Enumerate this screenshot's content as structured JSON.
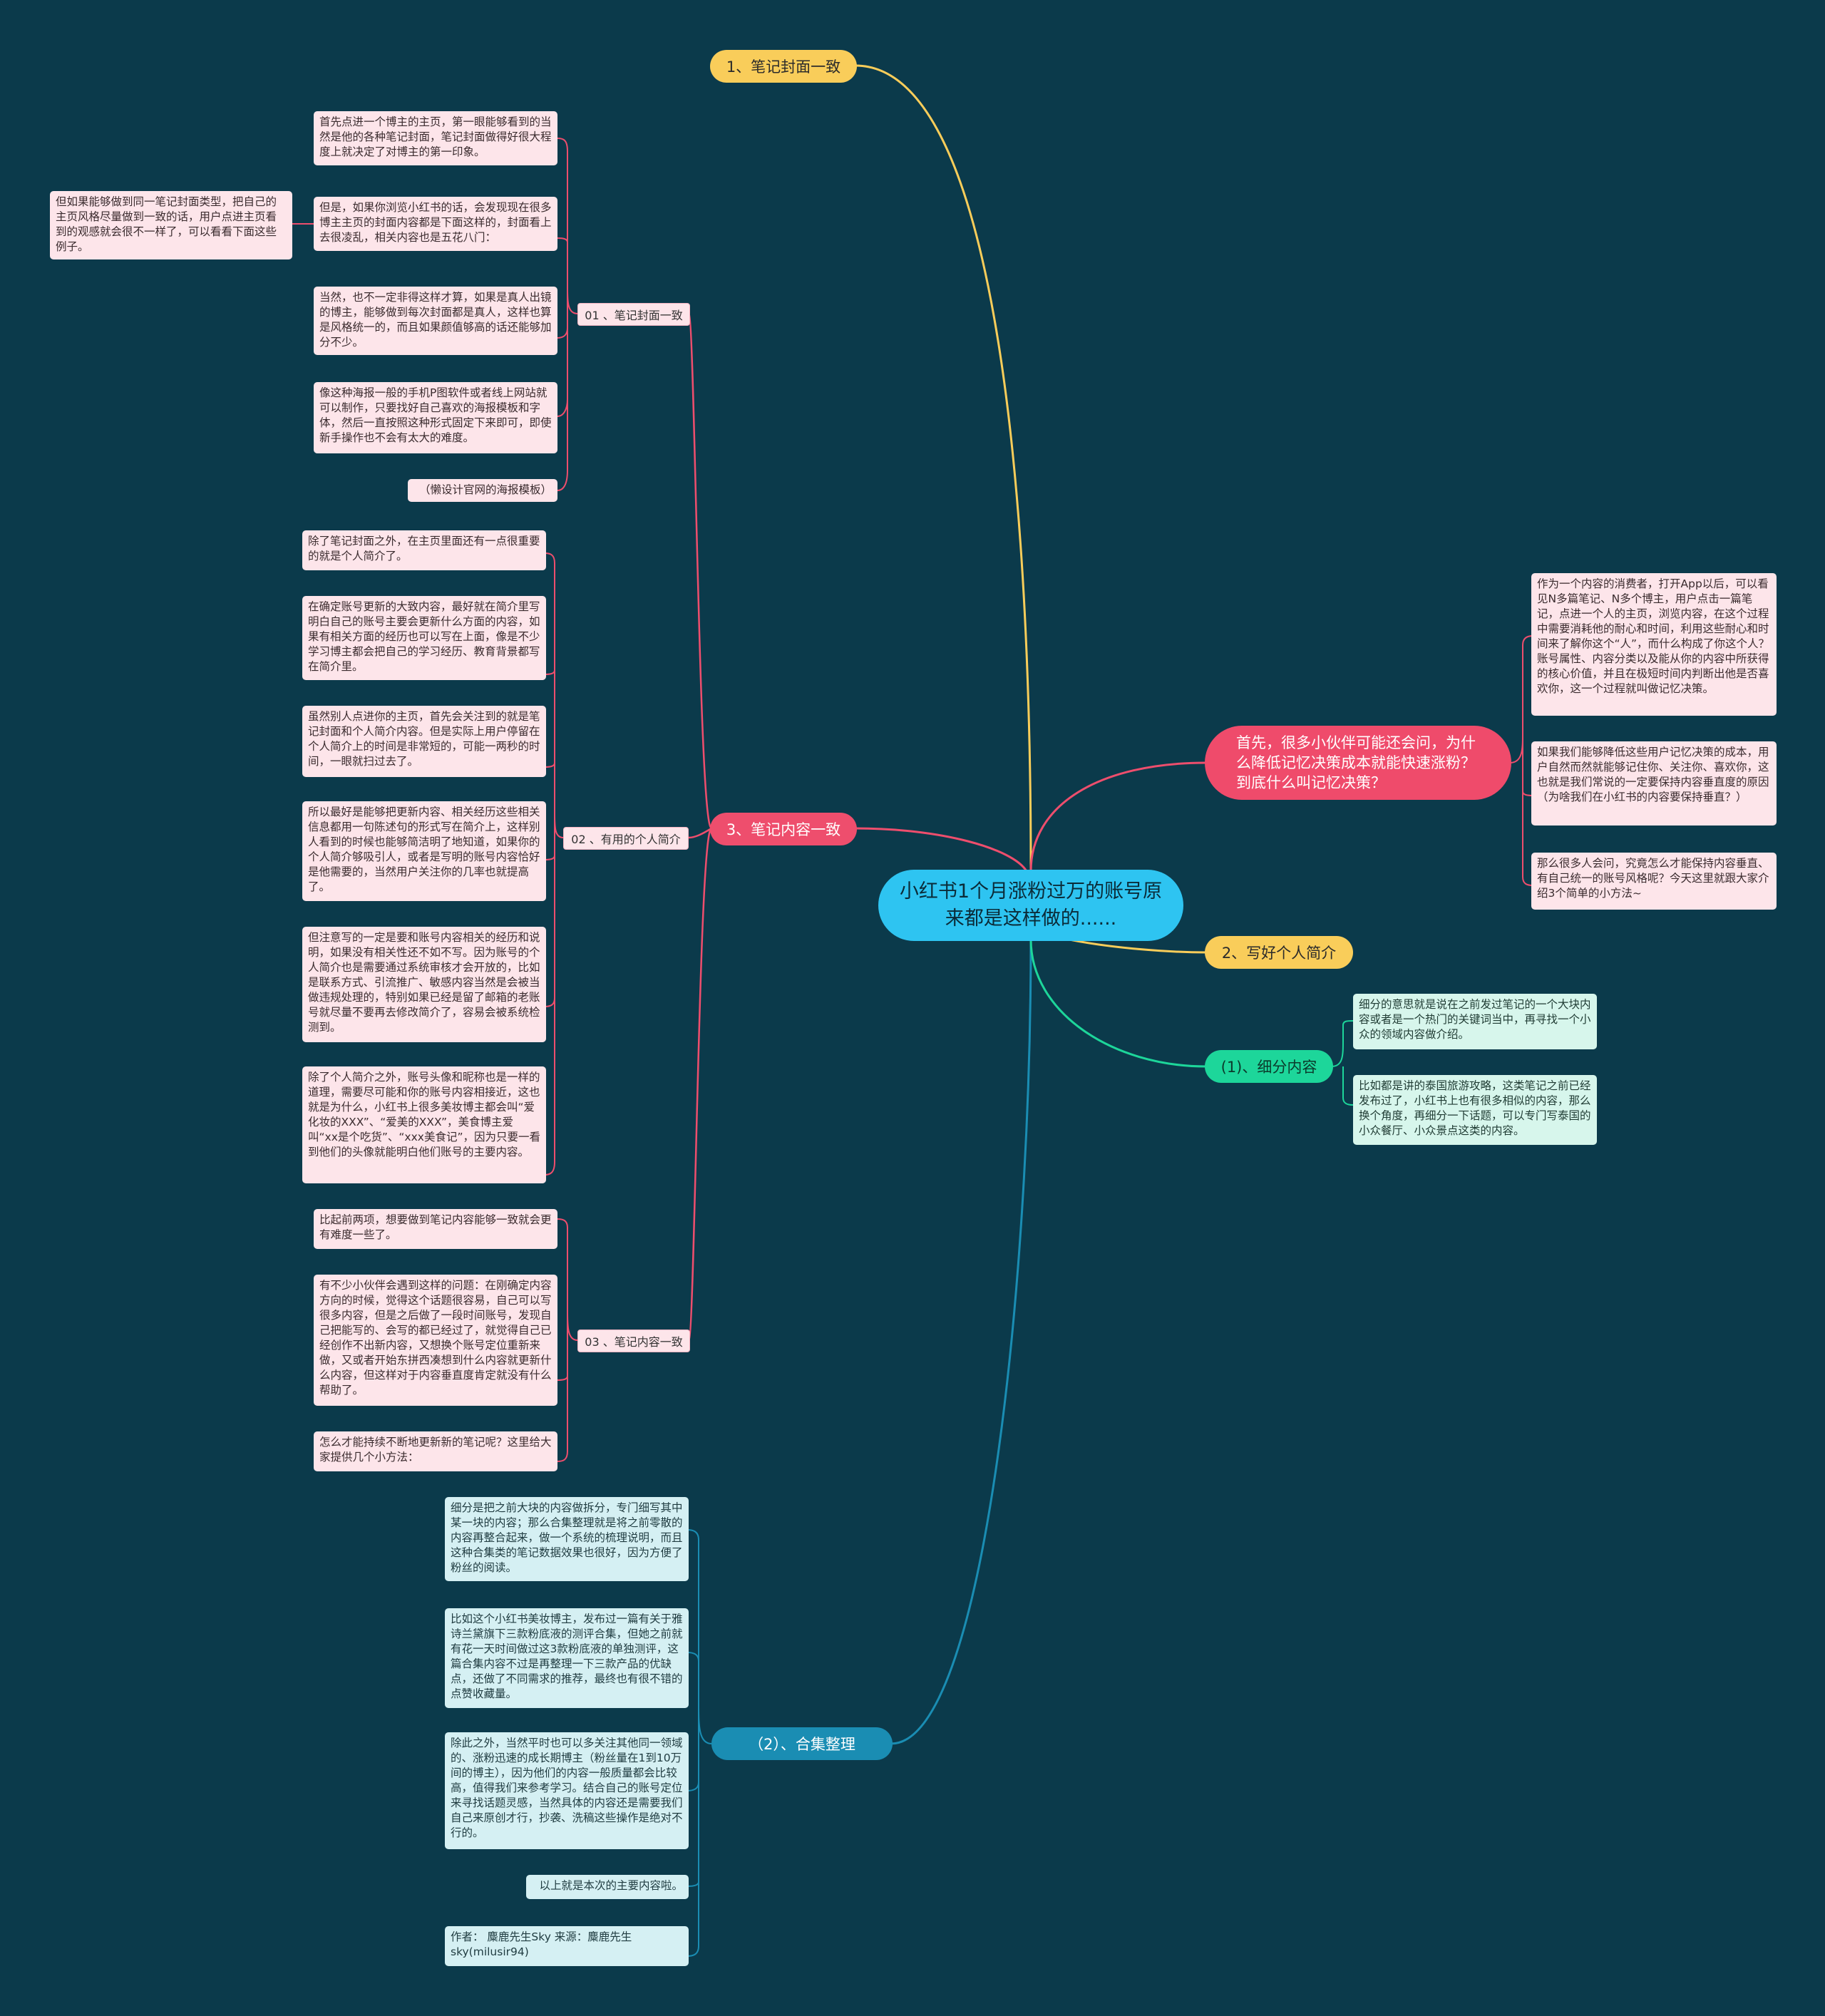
{
  "root": {
    "title": "小红书1个月涨粉过万的账号原来都是这样做的......"
  },
  "branches": {
    "b1": "1、笔记封面一致",
    "b3": "3、笔记内容一致",
    "b2": "2、写好个人简介",
    "bg": "(1)、细分内容",
    "bb": "（2）、合集整理",
    "bq": "首先，很多小伙伴可能还会问，为什么降低记忆决策成本就能快速涨粉？到底什么叫记忆决策？"
  },
  "subs": {
    "s01": "01 、笔记封面一致",
    "s02": "02 、有用的个人简介",
    "s03": "03 、笔记内容一致"
  },
  "texts": {
    "t1": "首先点进一个博主的主页，第一眼能够看到的当然是他的各种笔记封面，笔记封面做得好很大程度上就决定了对博主的第一印象。",
    "t2": "但是，如果你浏览小红书的话，会发现现在很多博主主页的封面内容都是下面这样的，封面看上去很凌乱，相关内容也是五花八门：",
    "t2a": "但如果能够做到同一笔记封面类型，把自己的主页风格尽量做到一致的话，用户点进主页看到的观感就会很不一样了，可以看看下面这些例子。",
    "t3": "当然，也不一定非得这样才算，如果是真人出镜的博主，能够做到每次封面都是真人，这样也算是风格统一的，而且如果颜值够高的话还能够加分不少。",
    "t4": "像这种海报一般的手机P图软件或者线上网站就可以制作，只要找好自己喜欢的海报模板和字体，然后一直按照这种形式固定下来即可，即使新手操作也不会有太大的难度。",
    "t5": "（懒设计官网的海报模板）",
    "p1": "除了笔记封面之外，在主页里面还有一点很重要的就是个人简介了。",
    "p2": "在确定账号更新的大致内容，最好就在简介里写明白自己的账号主要会更新什么方面的内容，如果有相关方面的经历也可以写在上面，像是不少学习博主都会把自己的学习经历、教育背景都写在简介里。",
    "p3": "虽然别人点进你的主页，首先会关注到的就是笔记封面和个人简介内容。但是实际上用户停留在个人简介上的时间是非常短的，可能一两秒的时间，一眼就扫过去了。",
    "p4": "所以最好是能够把更新内容、相关经历这些相关信息都用一句陈述句的形式写在简介上，这样别人看到的时候也能够简洁明了地知道，如果你的个人简介够吸引人，或者是写明的账号内容恰好是他需要的，当然用户关注你的几率也就提高了。",
    "p5": "但注意写的一定是要和账号内容相关的经历和说明，如果没有相关性还不如不写。因为账号的个人简介也是需要通过系统审核才会开放的，比如是联系方式、引流推广、敏感内容当然是会被当做违规处理的，特别如果已经是留了邮箱的老账号就尽量不要再去修改简介了，容易会被系统检测到。",
    "p6": "除了个人简介之外，账号头像和昵称也是一样的道理，需要尽可能和你的账号内容相接近，这也就是为什么，小红书上很多美妆博主都会叫“爱化妆的XXX”、“爱美的XXX”，美食博主爱叫“xx是个吃货”、“xxx美食记”，因为只要一看到他们的头像就能明白他们账号的主要内容。",
    "c1": "比起前两项，想要做到笔记内容能够一致就会更有难度一些了。",
    "c2": "有不少小伙伴会遇到这样的问题：在刚确定内容方向的时候，觉得这个话题很容易，自己可以写很多内容，但是之后做了一段时间账号，发现自己把能写的、会写的都已经过了，就觉得自己已经创作不出新内容，又想换个账号定位重新来做，又或者开始东拼西凑想到什么内容就更新什么内容，但这样对于内容垂直度肯定就没有什么帮助了。",
    "c3": "怎么才能持续不断地更新新的笔记呢？这里给大家提供几个小方法：",
    "h1": "细分是把之前大块的内容做拆分，专门细写其中某一块的内容；那么合集整理就是将之前零散的内容再整合起来，做一个系统的梳理说明，而且这种合集类的笔记数据效果也很好，因为方便了粉丝的阅读。",
    "h2": "比如这个小红书美妆博主，发布过一篇有关于雅诗兰黛旗下三款粉底液的测评合集，但她之前就有花一天时间做过这3款粉底液的单独测评，这篇合集内容不过是再整理一下三款产品的优缺点，还做了不同需求的推荐，最终也有很不错的点赞收藏量。",
    "h3": "除此之外，当然平时也可以多关注其他同一领域的、涨粉迅速的成长期博主（粉丝量在1到10万间的博主），因为他们的内容一般质量都会比较高，值得我们来参考学习。结合自己的账号定位来寻找话题灵感，当然具体的内容还是需要我们自己来原创才行，抄袭、洗稿这些操作是绝对不行的。",
    "h4": "以上就是本次的主要内容啦。",
    "h5": "作者： 麋鹿先生Sky 来源：麋鹿先生sky(milusir94)",
    "r1": "作为一个内容的消费者，打开App以后，可以看见N多篇笔记、N多个博主，用户点击一篇笔记，点进一个人的主页，浏览内容，在这个过程中需要消耗他的耐心和时间，利用这些耐心和时间来了解你这个“人”，而什么构成了你这个人？账号属性、内容分类以及能从你的内容中所获得的核心价值，并且在极短时间内判断出他是否喜欢你，这一个过程就叫做记忆决策。",
    "r2": "如果我们能够降低这些用户记忆决策的成本，用户自然而然就能够记住你、关注你、喜欢你，这也就是我们常说的一定要保持内容垂直度的原因（为啥我们在小红书的内容要保持垂直？）",
    "r3": "那么很多人会问，究竟怎么才能保持内容垂直、有自己统一的账号风格呢？今天这里就跟大家介绍3个简单的小方法~",
    "g1": "细分的意思就是说在之前发过笔记的一个大块内容或者是一个热门的关键词当中，再寻找一个小众的领域内容做介绍。",
    "g2": "比如都是讲的泰国旅游攻略，这类笔记之前已经发布过了，小红书上也有很多相似的内容，那么换个角度，再细分一下话题，可以专门写泰国的小众餐厅、小众景点这类的内容。"
  },
  "colors": {
    "background": "#0b3a4b",
    "root": "#2ec4f1",
    "yellow": "#f9cd5a",
    "red": "#ee4e6d",
    "green": "#1dd69a",
    "blue": "#1a8db3",
    "pink_card": "#fde5ea",
    "cyan_card": "#d5f0f3",
    "green_card": "#d7f6ec"
  }
}
